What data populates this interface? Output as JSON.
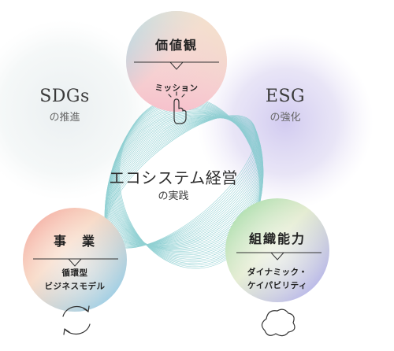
{
  "outer": {
    "sdgs": {
      "title": "SDGs",
      "subtitle": "の推進"
    },
    "esg": {
      "title": "ESG",
      "subtitle": "の強化"
    }
  },
  "center": {
    "title": "エコシステム経営",
    "subtitle": "の実践"
  },
  "values": {
    "title": "価値観",
    "subtitle": "ミッション",
    "icon": "pointing-hand-icon"
  },
  "business": {
    "title": "事　業",
    "line1": "循環型",
    "line2": "ビジネスモデル",
    "icon": "cycle-arrows-icon"
  },
  "capability": {
    "title": "組織能力",
    "line1": "ダイナミック・",
    "line2": "ケイパビリティ",
    "icon": "amoeba-icon"
  },
  "colors": {
    "text": "#2b2b2b",
    "sdgs_halo": "#e6eef2",
    "esg_halo": "#d6d0f0",
    "ring_lines": "#7fc9cc"
  }
}
